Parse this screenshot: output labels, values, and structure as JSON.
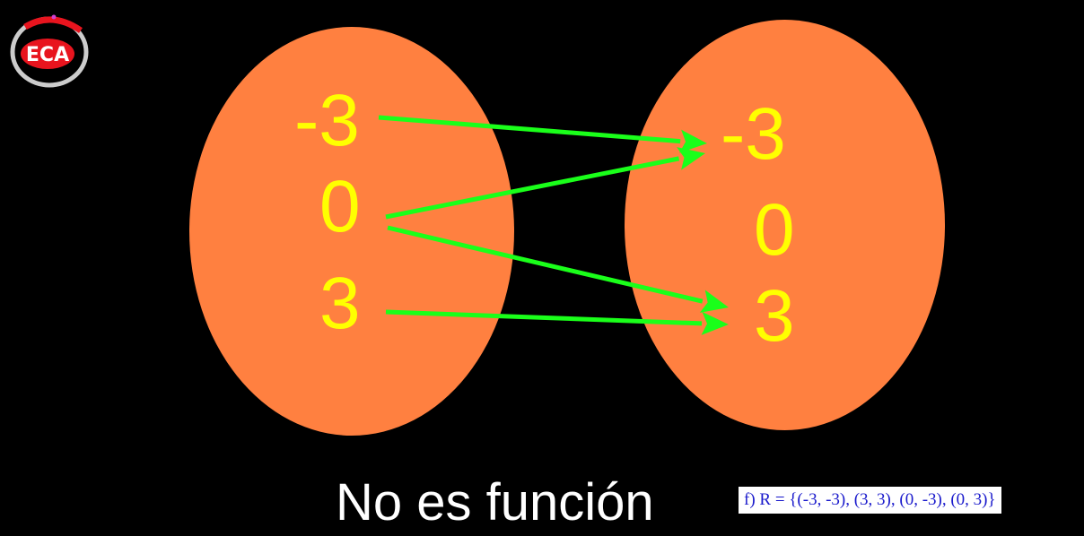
{
  "logo": {
    "text": "ECA",
    "colors": {
      "ring": "#cccccc",
      "accent": "#e8141e",
      "text": "#ffffff"
    }
  },
  "domain_set": {
    "elements": [
      "-3",
      "0",
      "3"
    ]
  },
  "codomain_set": {
    "elements": [
      "-3",
      "0",
      "3"
    ]
  },
  "arrows": [
    {
      "from": "-3",
      "to": "-3"
    },
    {
      "from": "0",
      "to": "-3"
    },
    {
      "from": "0",
      "to": "3"
    },
    {
      "from": "3",
      "to": "3"
    }
  ],
  "caption": "No es función",
  "relation": "f) R = {(-3, -3), (3, 3), (0, -3), (0, 3)}",
  "colors": {
    "background": "#000000",
    "oval": "#ff8040",
    "element_text": "#ffff00",
    "arrow": "#1aff1a",
    "caption": "#ffffff",
    "relation_text": "#1a1acc",
    "relation_box": "#ffffff"
  }
}
